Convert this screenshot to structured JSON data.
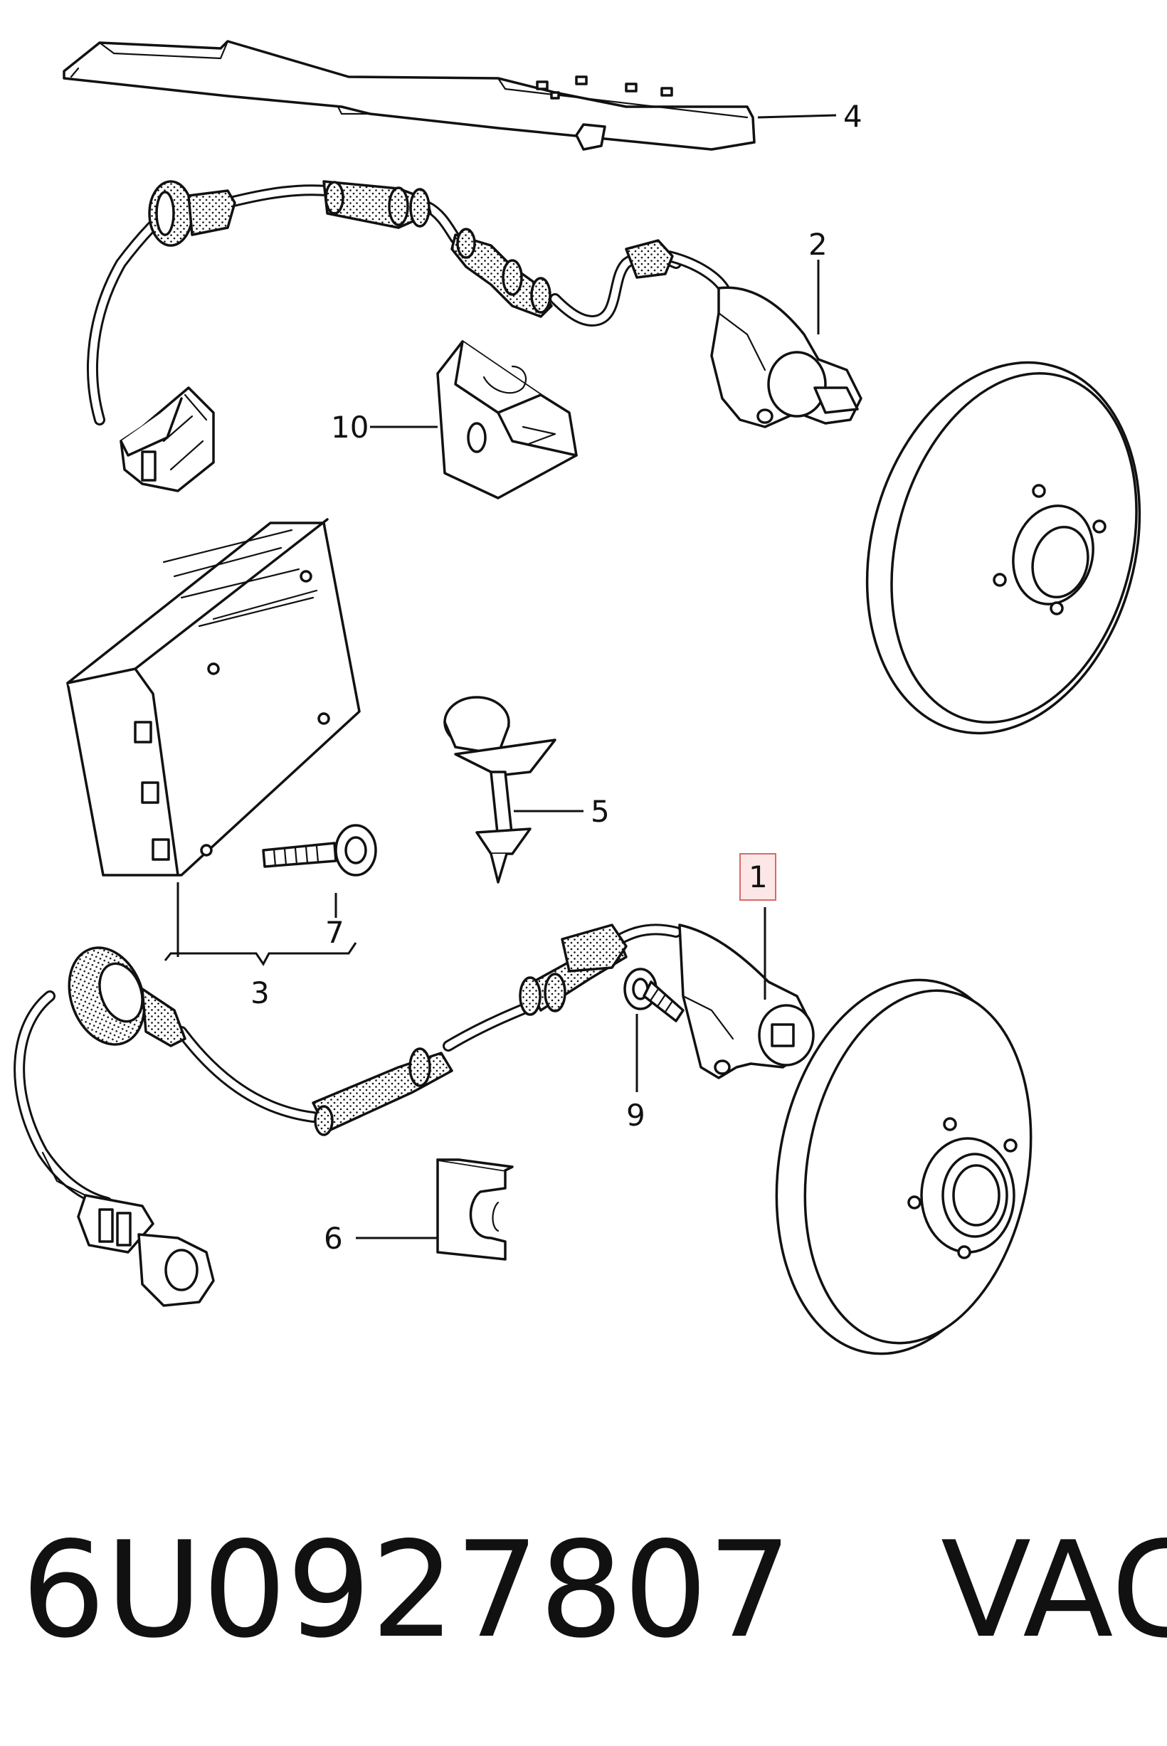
{
  "callouts": {
    "c1": "1",
    "c2": "2",
    "c3": "3",
    "c4": "4",
    "c5": "5",
    "c6": "6",
    "c7": "7",
    "c9": "9",
    "c10": "10"
  },
  "highlighted_callout": "1",
  "footer": {
    "part_number": "6U0927807",
    "brand": "VAG"
  }
}
